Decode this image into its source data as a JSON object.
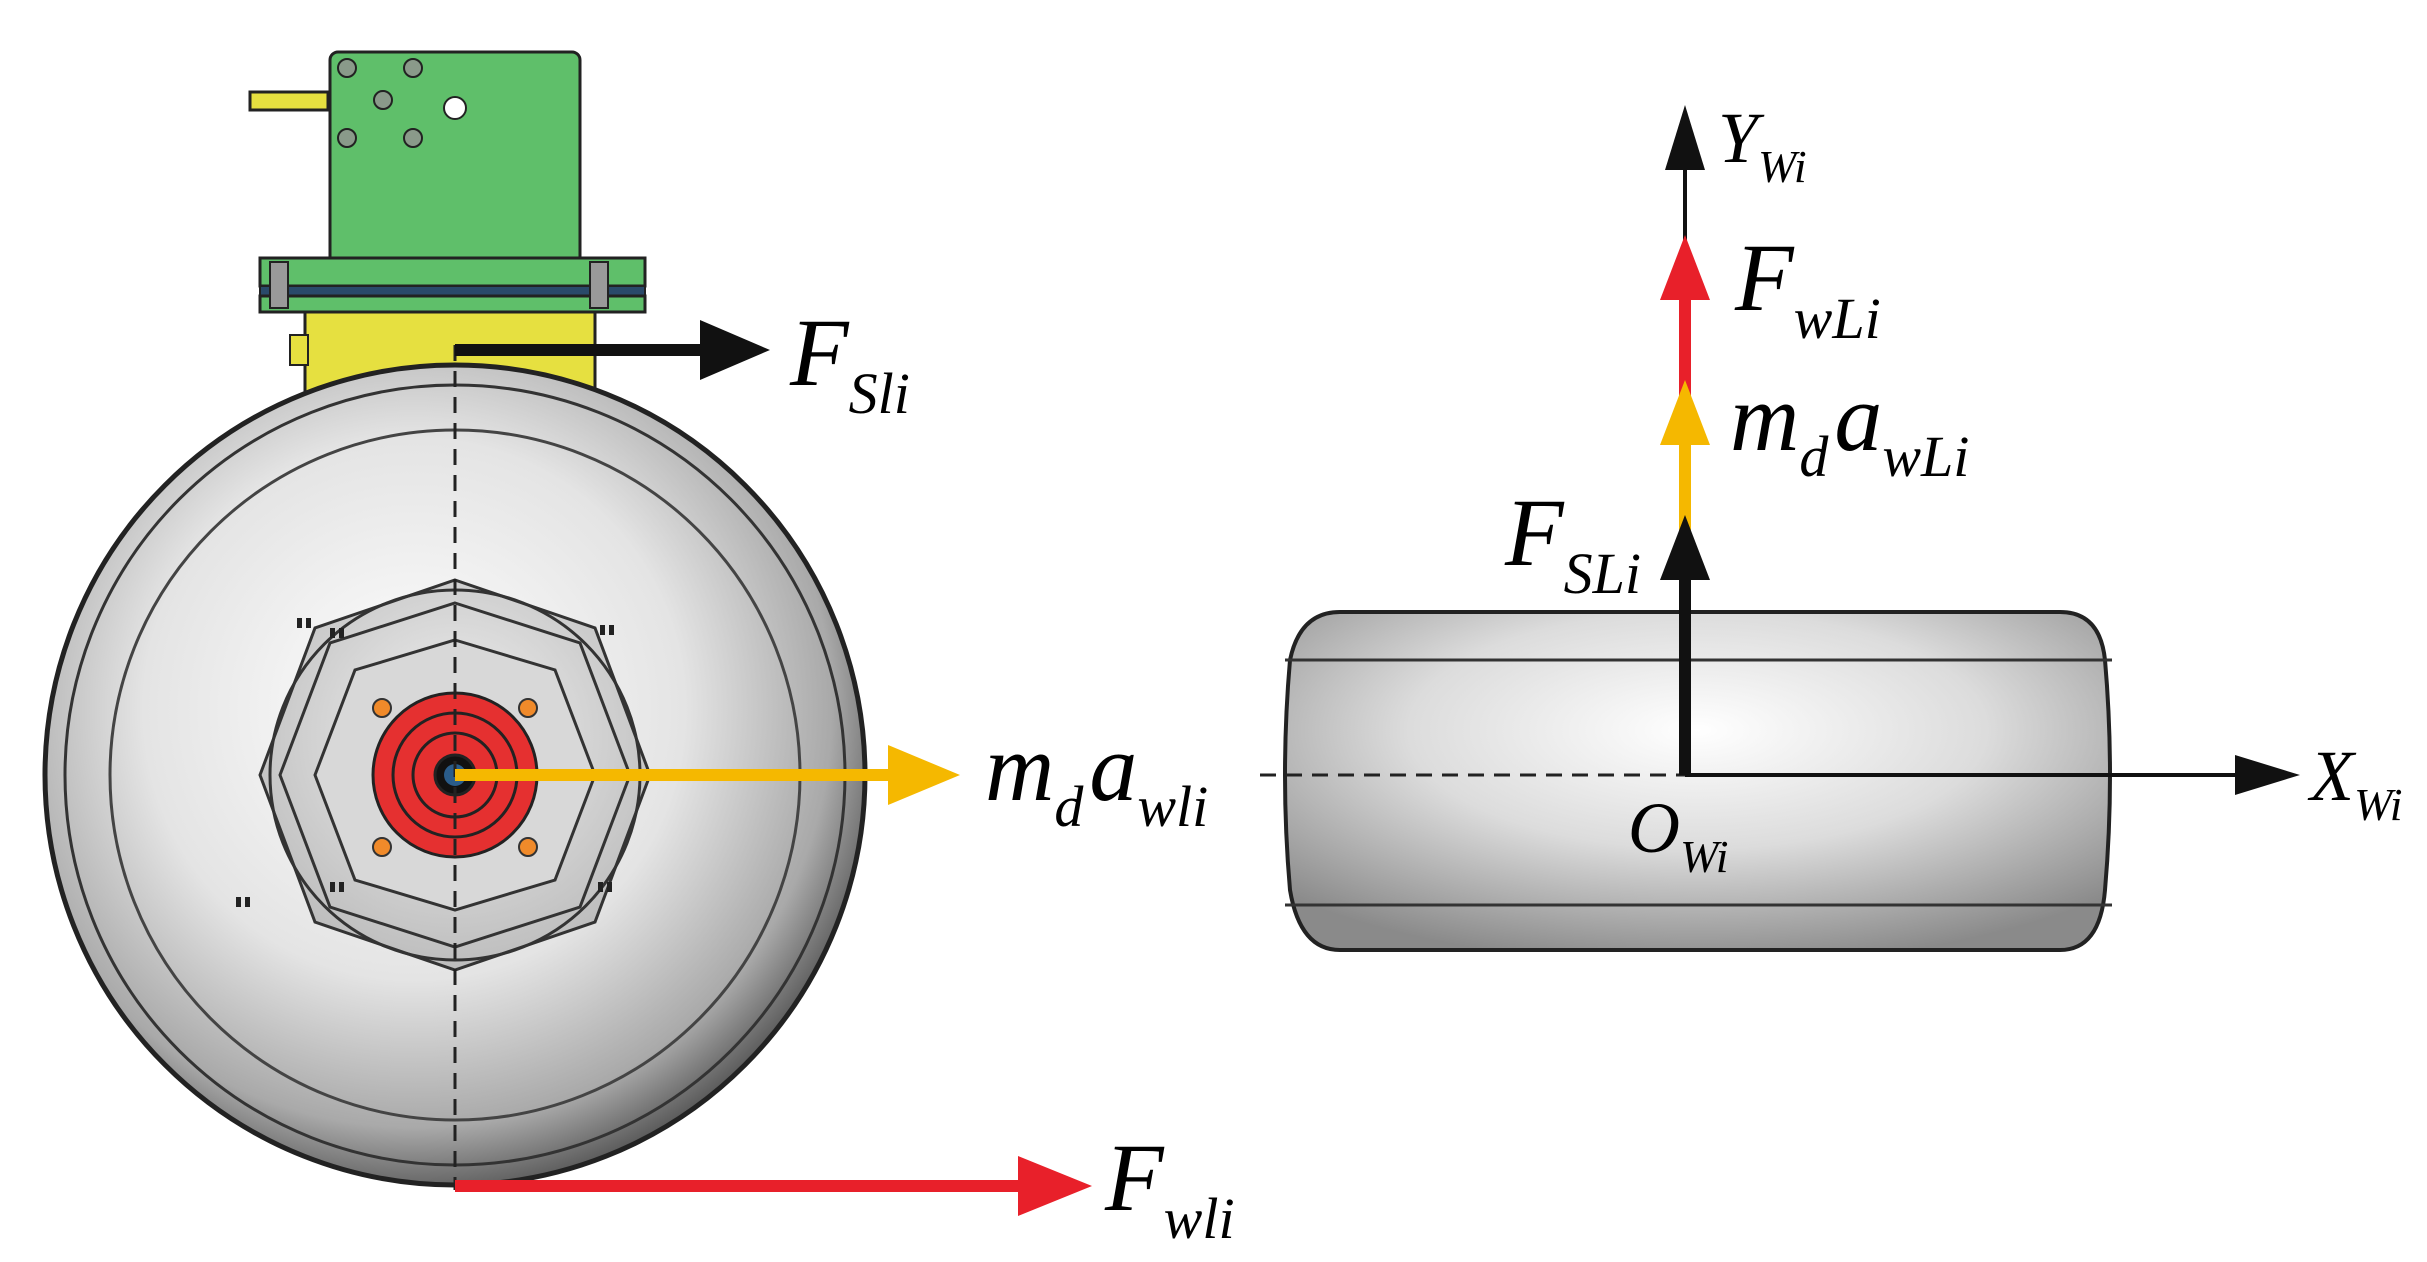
{
  "labels": {
    "left": {
      "f_sli": {
        "main": "F",
        "sub": "Sli"
      },
      "md_awli": {
        "m": "m",
        "d": "d",
        "a": "a",
        "sub": "wli"
      },
      "f_wli": {
        "main": "F",
        "sub": "wli"
      }
    },
    "right": {
      "y_axis": {
        "main": "Y",
        "sub": "Wi"
      },
      "x_axis": {
        "main": "X",
        "sub": "Wi"
      },
      "origin": {
        "main": "O",
        "sub": "Wi"
      },
      "f_wli_upper": {
        "main": "F",
        "sub": "wLi"
      },
      "md_awli_upper": {
        "m": "m",
        "d": "d",
        "a": "a",
        "sub": "wLi"
      },
      "f_sli_upper": {
        "main": "F",
        "sub": "SLi"
      }
    }
  },
  "colors": {
    "arrow_black": "#111111",
    "arrow_red": "#e8202a",
    "arrow_yellow": "#f5b800",
    "bracket_green": "#5fbf6a",
    "collar_yellow": "#e6e040",
    "hub_red": "#e53030",
    "bolt_orange": "#f08a2a",
    "tire_gray": "#b9b9b9"
  }
}
